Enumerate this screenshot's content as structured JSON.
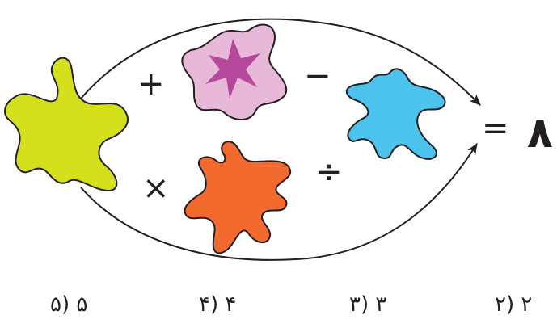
{
  "operators": {
    "plus": "+",
    "minus": "−",
    "times": "×",
    "divide": "÷",
    "equals": "="
  },
  "result": "۸",
  "shapes": [
    {
      "name": "yellow-blob",
      "color": "#d4e01b"
    },
    {
      "name": "pink-blob-with-star",
      "color": "#e8b8d8",
      "star_color": "#b5489a"
    },
    {
      "name": "blue-blob",
      "color": "#4cc3ec"
    },
    {
      "name": "orange-blob",
      "color": "#f26a2e"
    }
  ],
  "options": [
    {
      "label": "۵ (۵"
    },
    {
      "label": "۴ (۴"
    },
    {
      "label": "۳ (۳"
    },
    {
      "label": "۲ (۲"
    }
  ]
}
